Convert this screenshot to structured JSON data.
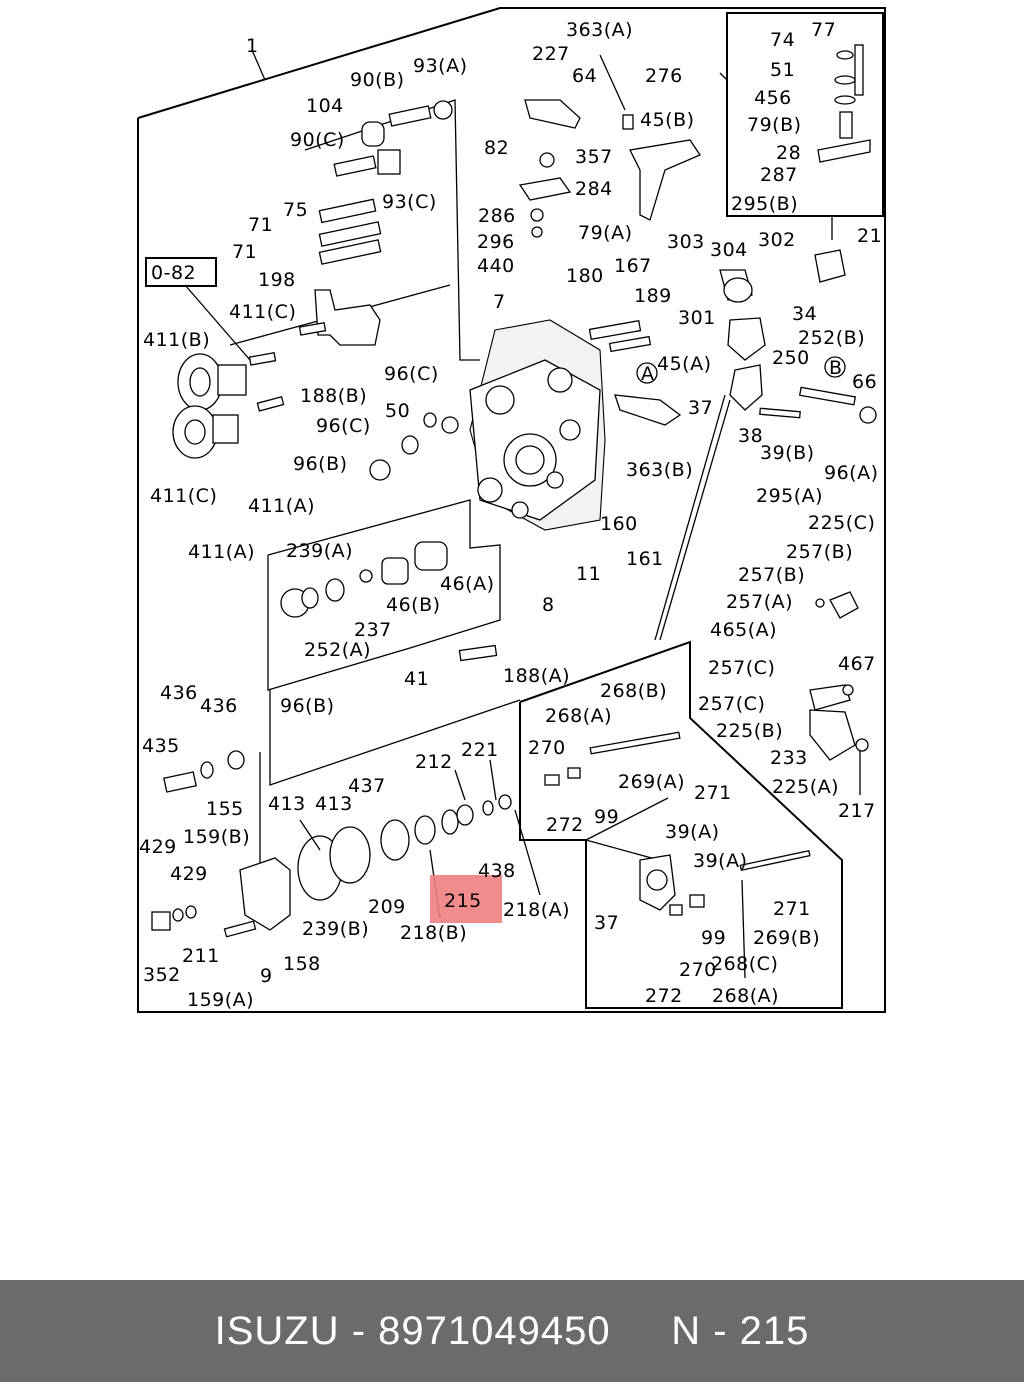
{
  "header_box": "0-82",
  "highlight": {
    "label": "215",
    "color": "#f08080"
  },
  "labels": [
    "1",
    "363(A)",
    "227",
    "64",
    "90(B)",
    "93(A)",
    "104",
    "90(C)",
    "93(C)",
    "75",
    "71",
    "71",
    "276",
    "74",
    "77",
    "51",
    "456",
    "79(B)",
    "28",
    "287",
    "295(B)",
    "82",
    "357",
    "45(B)",
    "284",
    "286",
    "296",
    "79(A)",
    "440",
    "198",
    "411(C)",
    "411(B)",
    "188(B)",
    "7",
    "180",
    "167",
    "189",
    "303",
    "304",
    "302",
    "21",
    "34",
    "252(B)",
    "301",
    "250",
    "B",
    "66",
    "A",
    "45(A)",
    "37",
    "96(C)",
    "50",
    "96(C)",
    "96(B)",
    "38",
    "39(B)",
    "96(A)",
    "411(C)",
    "411(A)",
    "411(A)",
    "363(B)",
    "160",
    "161",
    "295(A)",
    "225(C)",
    "239(A)",
    "46(A)",
    "46(B)",
    "237",
    "252(A)",
    "41",
    "11",
    "8",
    "257(B)",
    "257(B)",
    "257(A)",
    "465(A)",
    "467",
    "96(B)",
    "188(A)",
    "268(B)",
    "268(A)",
    "257(C)",
    "257(C)",
    "225(B)",
    "233",
    "225(A)",
    "217",
    "436",
    "436",
    "435",
    "155",
    "212",
    "221",
    "270",
    "269(A)",
    "271",
    "99",
    "272",
    "413",
    "413",
    "437",
    "159(B)",
    "429",
    "429",
    "438",
    "239(B)",
    "209",
    "218(B)",
    "218(A)",
    "39(A)",
    "39(A)",
    "271",
    "37",
    "99",
    "269(B)",
    "270",
    "268(C)",
    "272",
    "268(A)",
    "352",
    "211",
    "9",
    "158",
    "159(A)"
  ],
  "footer": {
    "brand": "ISUZU",
    "separator1": "-",
    "part_number": "8971049450",
    "ref_prefix": "N",
    "separator2": "-",
    "ref_number": "215"
  }
}
